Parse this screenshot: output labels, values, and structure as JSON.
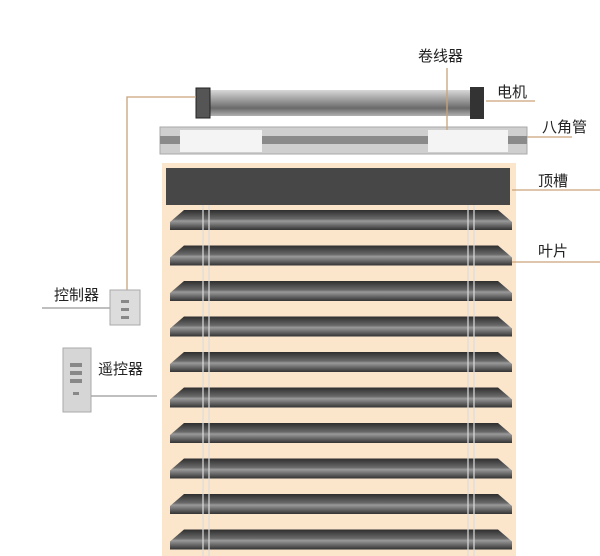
{
  "labels": {
    "winder": "卷线器",
    "motor": "电机",
    "octagonal_tube": "八角管",
    "headrail": "顶槽",
    "slats": "叶片",
    "controller": "控制器",
    "remote": "遥控器"
  },
  "colors": {
    "backdrop": "#fbe6cc",
    "slat": "#4a4a4a",
    "headrail": "#474747",
    "leader_line": "#c9a27a"
  }
}
